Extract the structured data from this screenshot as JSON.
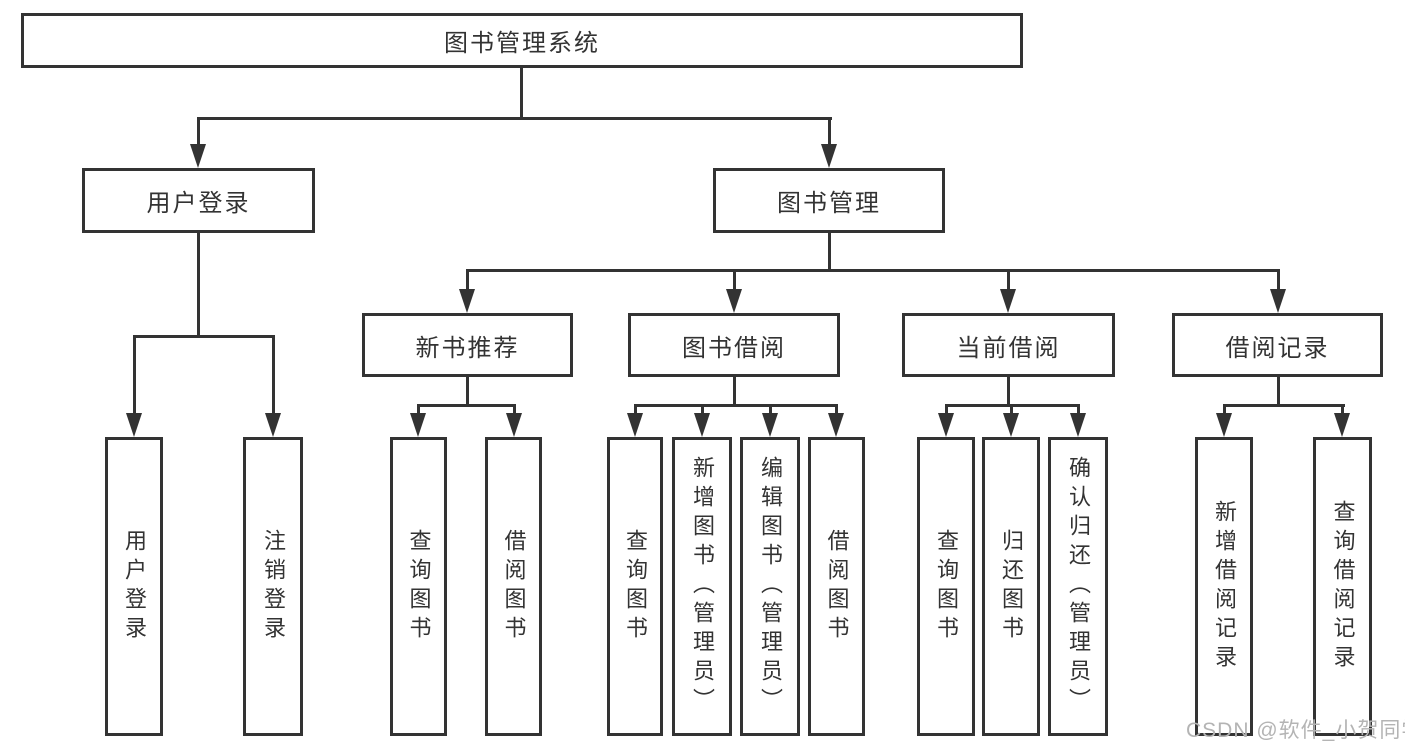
{
  "nodes": {
    "root": {
      "label": "图书管理系统"
    },
    "level2": [
      {
        "label": "用户登录"
      },
      {
        "label": "图书管理"
      }
    ],
    "level3": [
      {
        "label": "新书推荐"
      },
      {
        "label": "图书借阅"
      },
      {
        "label": "当前借阅"
      },
      {
        "label": "借阅记录"
      }
    ],
    "leaves": [
      {
        "label": "用户登录"
      },
      {
        "label": "注销登录"
      },
      {
        "label": "查询图书"
      },
      {
        "label": "借阅图书"
      },
      {
        "label": "查询图书"
      },
      {
        "label": "新增图书（管理员）"
      },
      {
        "label": "编辑图书（管理员）"
      },
      {
        "label": "借阅图书"
      },
      {
        "label": "查询图书"
      },
      {
        "label": "归还图书"
      },
      {
        "label": "确认归还（管理员）"
      },
      {
        "label": "新增借阅记录"
      },
      {
        "label": "查询借阅记录"
      }
    ]
  },
  "watermark": {
    "text": "CSDN @软件_小贺同学"
  },
  "colors": {
    "line": "#333333",
    "text": "#333333",
    "box_background": "#ffffff",
    "watermark": "#b4b4b4"
  }
}
